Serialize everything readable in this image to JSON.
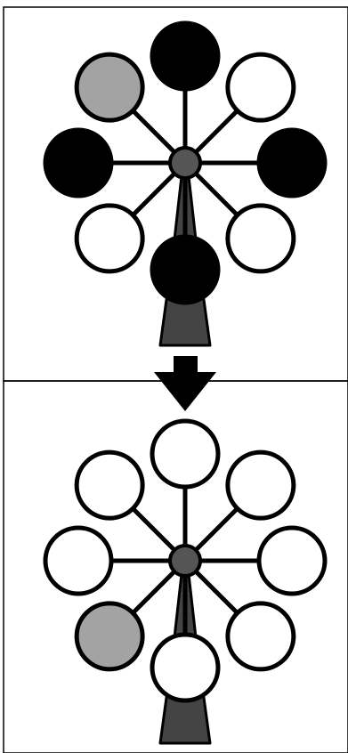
{
  "colors": {
    "background": "#ffffff",
    "outline": "#000000",
    "filled": "#000000",
    "highlight": "#a3a3a3",
    "empty": "#ffffff",
    "hub": "#555555",
    "stand": "#444444",
    "arrow": "#000000"
  },
  "top_panel": {
    "name": "before",
    "seat_states": [
      "filled",
      "empty",
      "filled",
      "empty",
      "filled",
      "empty",
      "filled",
      "highlight"
    ]
  },
  "transition_arrow": {
    "icon": "down-arrow-icon"
  },
  "bottom_panel": {
    "name": "after",
    "seat_states": [
      "empty",
      "empty",
      "empty",
      "empty",
      "empty",
      "highlight",
      "empty",
      "empty"
    ]
  }
}
